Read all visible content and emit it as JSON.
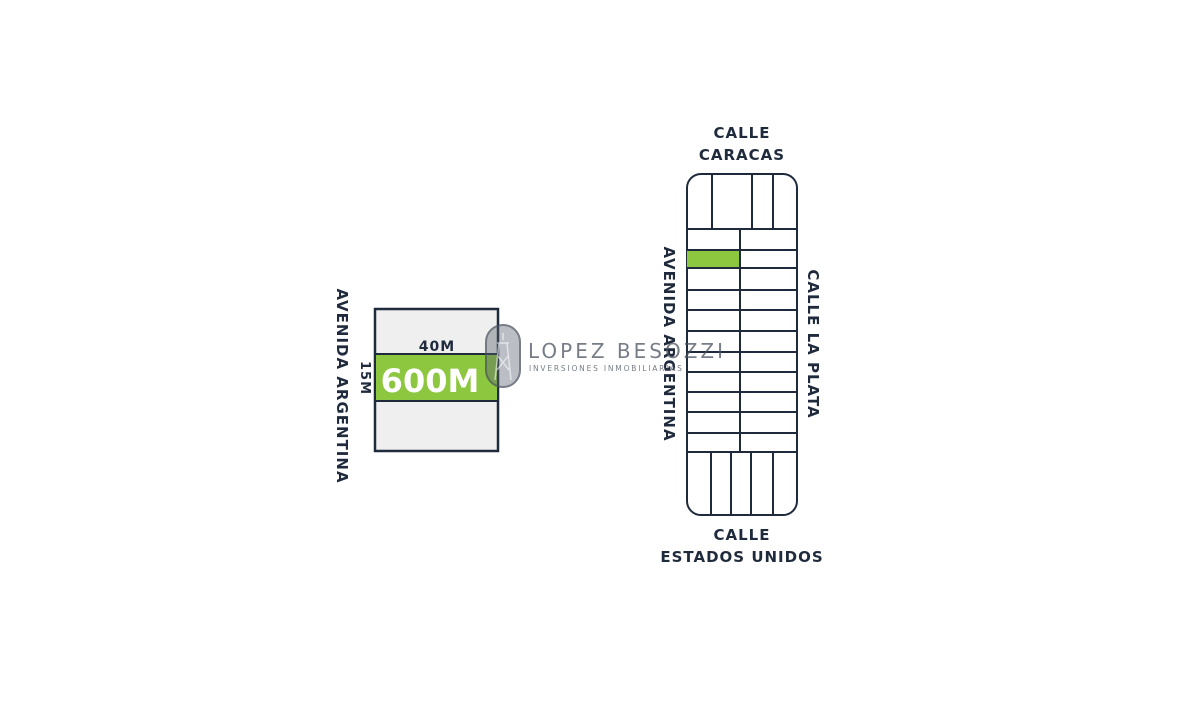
{
  "lot_detail": {
    "street_left": "AVENIDA ARGENTINA",
    "width_label": "40M",
    "depth_label": "15M",
    "area_label": "600M"
  },
  "block_map": {
    "street_top_line1": "CALLE",
    "street_top_line2": "CARACAS",
    "street_left": "AVENIDA ARGENTINA",
    "street_right": "CALLE LA PLATA",
    "street_bottom_line1": "CALLE",
    "street_bottom_line2": "ESTADOS UNIDOS"
  },
  "watermark": {
    "brand": "LOPEZ BESOZZI",
    "tagline": "INVERSIONES INMOBILIARIAS"
  },
  "colors": {
    "highlight": "#8dc63f",
    "lines": "#1f2a3c",
    "lot_fill": "#efefef"
  }
}
